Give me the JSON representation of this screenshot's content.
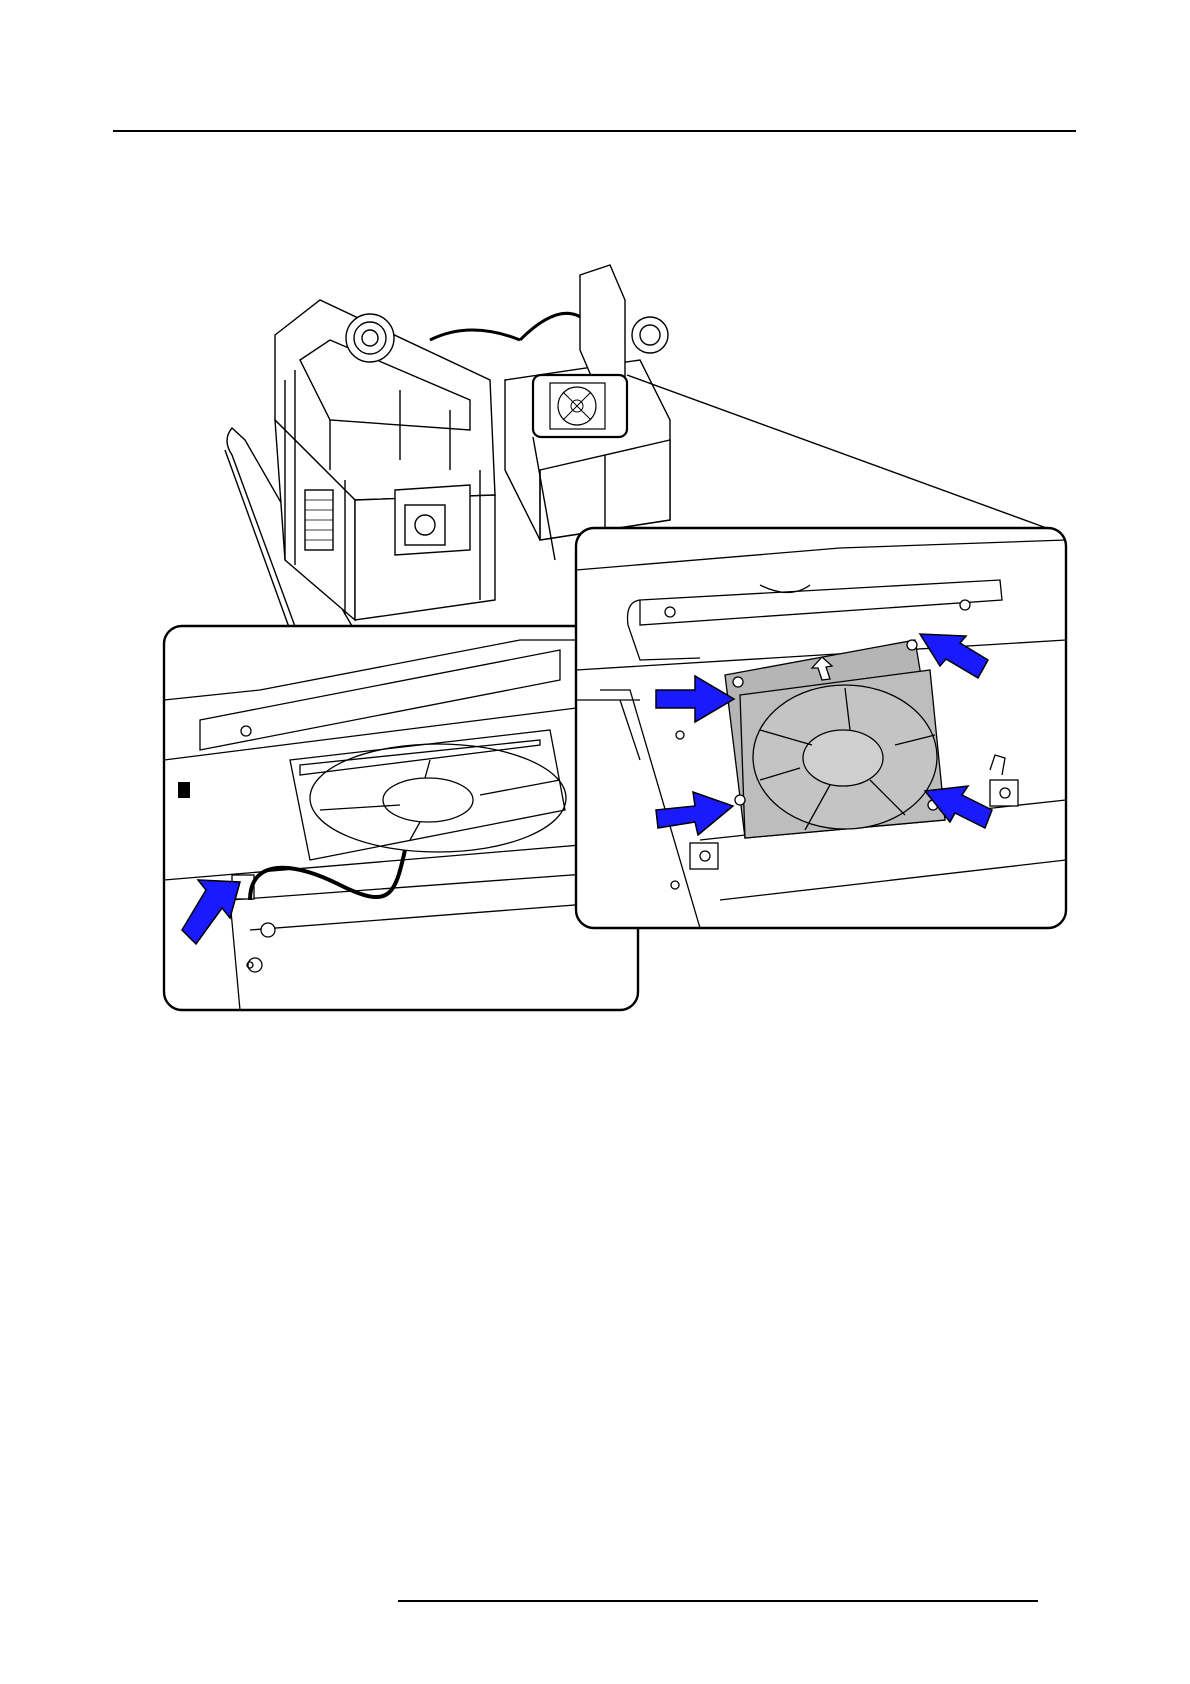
{
  "figure": {
    "description_icon": "fan-replacement-illustration",
    "callouts": {
      "left_detail": "fan-connector-callout",
      "right_detail": "fan-mounting-screws-callout"
    },
    "arrow_color": "#1a1aff",
    "arrow_count_right": 4,
    "arrow_count_left": 1
  }
}
